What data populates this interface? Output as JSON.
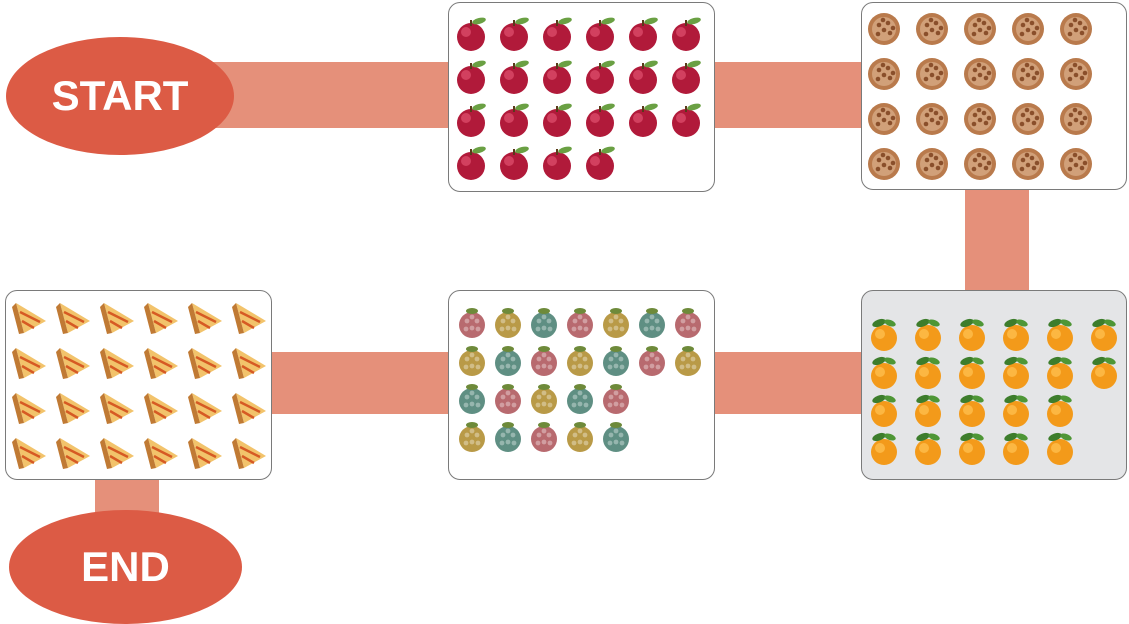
{
  "start_label": "START",
  "end_label": "END",
  "colors": {
    "connector": "#e5907a",
    "terminal": "#dc5b45",
    "card_border": "#7a7a7a",
    "card5_bg": "#e4e5e7"
  },
  "cards": [
    {
      "item": "apple-icon",
      "rows": [
        6,
        6,
        6,
        4
      ]
    },
    {
      "item": "cookie-icon",
      "rows": [
        5,
        5,
        5,
        5
      ]
    },
    {
      "item": "orange-icon",
      "rows": [
        6,
        6,
        5,
        5
      ]
    },
    {
      "item": "berry-icon",
      "rows": [
        7,
        7,
        5,
        5
      ]
    },
    {
      "item": "pie-slice-icon",
      "rows": [
        6,
        6,
        6,
        6
      ]
    }
  ]
}
